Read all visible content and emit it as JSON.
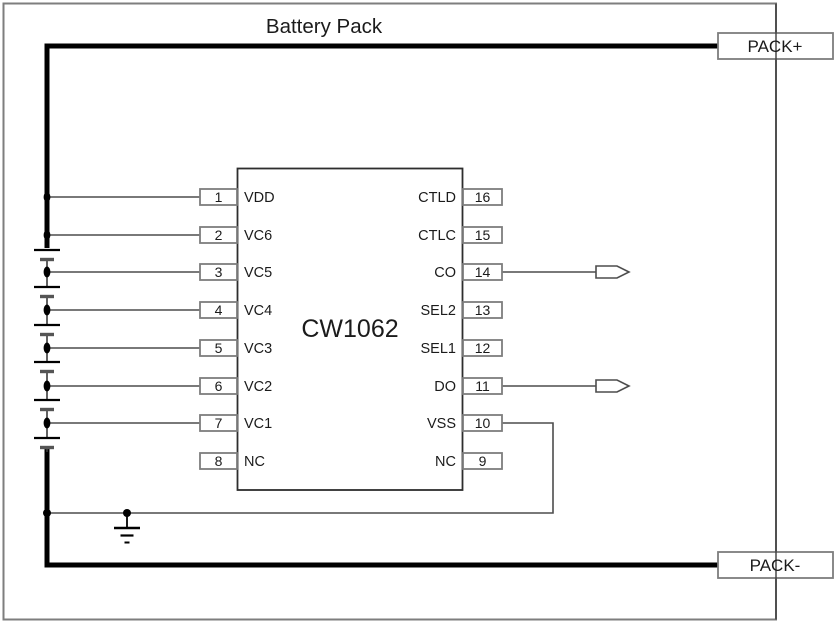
{
  "title": "Battery Pack",
  "chip": {
    "name": "CW1062"
  },
  "terminals": {
    "pack_plus": "PACK+",
    "pack_minus": "PACK-"
  },
  "pins": {
    "left": [
      {
        "num": "1",
        "label": "VDD"
      },
      {
        "num": "2",
        "label": "VC6"
      },
      {
        "num": "3",
        "label": "VC5"
      },
      {
        "num": "4",
        "label": "VC4"
      },
      {
        "num": "5",
        "label": "VC3"
      },
      {
        "num": "6",
        "label": "VC2"
      },
      {
        "num": "7",
        "label": "VC1"
      },
      {
        "num": "8",
        "label": "NC"
      }
    ],
    "right": [
      {
        "num": "16",
        "label": "CTLD"
      },
      {
        "num": "15",
        "label": "CTLC"
      },
      {
        "num": "14",
        "label": "CO"
      },
      {
        "num": "13",
        "label": "SEL2"
      },
      {
        "num": "12",
        "label": "SEL1"
      },
      {
        "num": "11",
        "label": "DO"
      },
      {
        "num": "10",
        "label": "VSS"
      },
      {
        "num": "9",
        "label": "NC"
      }
    ]
  },
  "icons": {
    "ground": "ground-icon",
    "co_arrow": "output-arrow-icon",
    "do_arrow": "output-arrow-icon",
    "battery_cells": 6
  },
  "colors": {
    "wire": "#4d4d4d",
    "thick": "#000000",
    "outline": "#7e7e7e",
    "ic": "#2e2e2e",
    "text": "#1b1b1b"
  }
}
